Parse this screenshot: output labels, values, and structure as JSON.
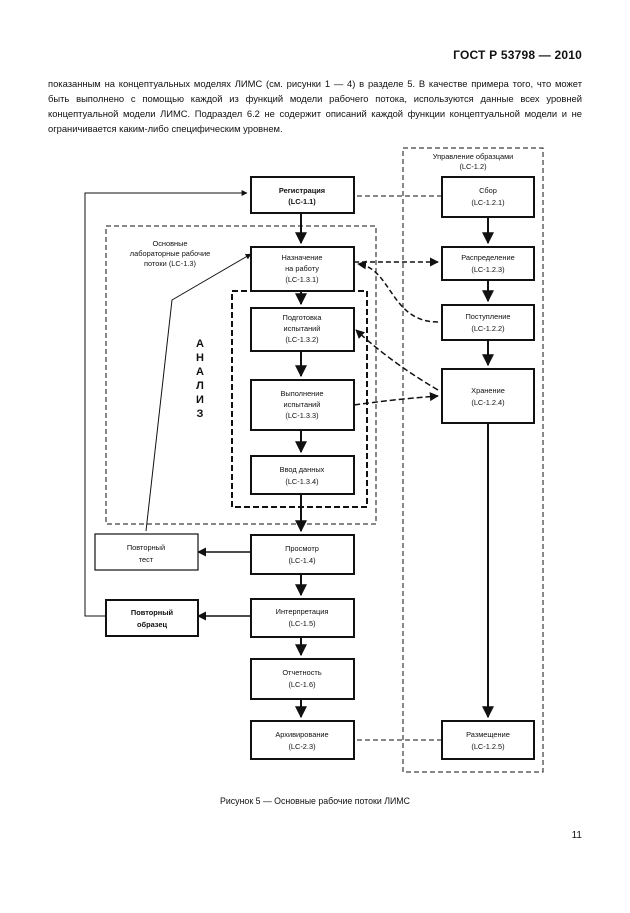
{
  "header": {
    "doc_id": "ГОСТ Р 53798 — 2010"
  },
  "intro_paragraph": "показанным на концептуальных моделях ЛИМС (см. рисунки 1 — 4) в разделе 5. В качестве примера того, что может быть выполнено с помощью каждой из функций модели рабочего потока, используются данные всех уровней концептуальной модели ЛИМС. Подраздел 6.2 не содержит описаний каждой функции концептуальной модели и не ограничивается каким-либо специфическим уровнем.",
  "diagram": {
    "sample_mgmt_group": [
      "Управление образцами",
      "(LC-1.2)"
    ],
    "core_workflows_group": [
      "Основные",
      "лабораторные рабочие",
      "потоки (LC-1.3)"
    ],
    "analysis_vertical": [
      "А",
      "Н",
      "А",
      "Л",
      "И",
      "З"
    ],
    "boxes": {
      "registration": [
        "Регистрация",
        "(LC-1.1)"
      ],
      "assignment": [
        "Назначение",
        "на работу",
        "(LC-1.3.1)"
      ],
      "test_prep": [
        "Подготовка",
        "испытаний",
        "(LC-1.3.2)"
      ],
      "test_exec": [
        "Выполнение",
        "испытаний",
        "(LC-1.3.3)"
      ],
      "data_entry": [
        "Ввод данных",
        "(LC-1.3.4)"
      ],
      "review": [
        "Просмотр",
        "(LC-1.4)"
      ],
      "interpretation": [
        "Интерпретация",
        "(LC-1.5)"
      ],
      "reporting": [
        "Отчетность",
        "(LC-1.6)"
      ],
      "archiving": [
        "Архивирование",
        "(LC-2.3)"
      ],
      "retest": [
        "Повторный",
        "тест"
      ],
      "resample": [
        "Повторный",
        "образец"
      ],
      "collection": [
        "Сбор",
        "(LC-1.2.1)"
      ],
      "distribution": [
        "Распределение",
        "(LC-1.2.3)"
      ],
      "receipt": [
        "Поступление",
        "(LC-1.2.2)"
      ],
      "storage": [
        "Хранение",
        "(LC-1.2.4)"
      ],
      "disposal": [
        "Размещение",
        "(LC-1.2.5)"
      ]
    }
  },
  "caption": "Рисунок 5 — Основные рабочие потоки ЛИМС",
  "page_number": "11"
}
